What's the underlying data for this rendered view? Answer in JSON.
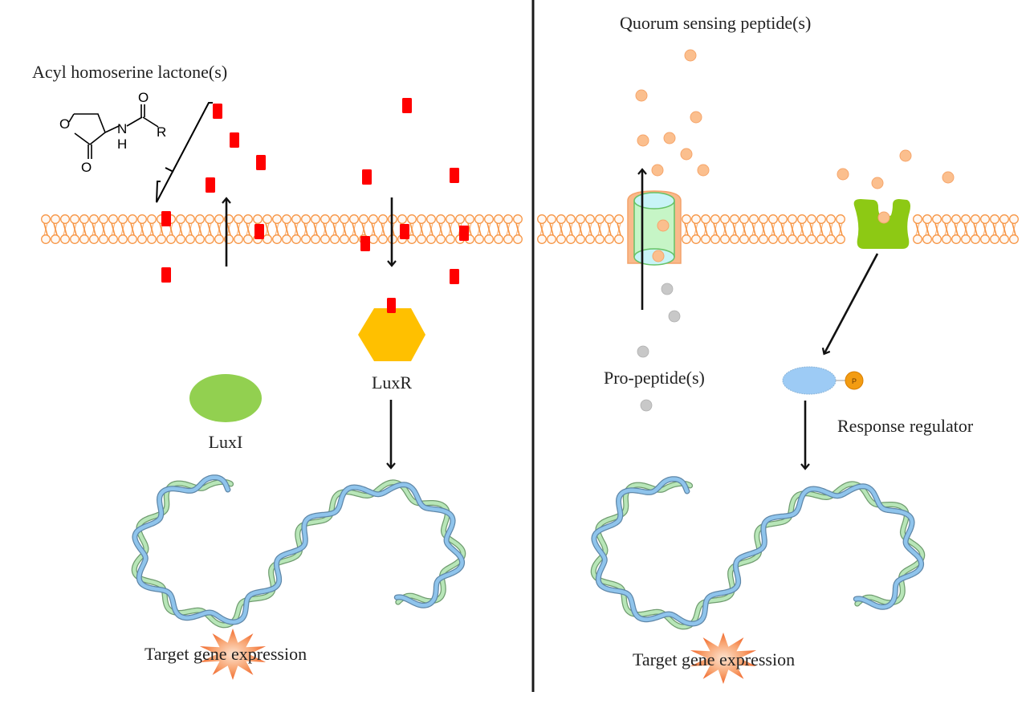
{
  "figure": {
    "left_panel": {
      "title": "Acyl homoserine lactone(s)",
      "structure_atoms": {
        "ring_oxygen": "O",
        "carbonyl_oxygen_ring": "O",
        "nitrogen": "N",
        "hydrogen": "H",
        "amide_oxygen": "O",
        "r_group": "R"
      },
      "synthase_label": "LuxI",
      "receptor_label": "LuxR",
      "output_label": "Target gene expression",
      "signal_molecule_icon": "red-square",
      "colors": {
        "signal": "#ff0000",
        "synthase": "#92d050",
        "receptor": "#ffc000"
      }
    },
    "right_panel": {
      "title": "Quorum sensing peptide(s)",
      "precursor_label": "Pro-peptide(s)",
      "regulator_label": "Response regulator",
      "phosphate_label": "P",
      "output_label": "Target gene expression",
      "colors": {
        "peptide": "#fbbf8e",
        "propeptide": "#c8c8c8",
        "receptor": "#8dc914",
        "regulator": "#9dcbf5",
        "phosphate": "#f39c12",
        "channel_inner": "#c6f5c6",
        "channel_outer": "#f7a86b"
      }
    },
    "colors": {
      "membrane": "#f79646",
      "dna_strand_a": "#8fc4ec",
      "dna_strand_b": "#b8e6b8",
      "star": "#f26b2a",
      "divider": "#1a1a1a"
    }
  }
}
